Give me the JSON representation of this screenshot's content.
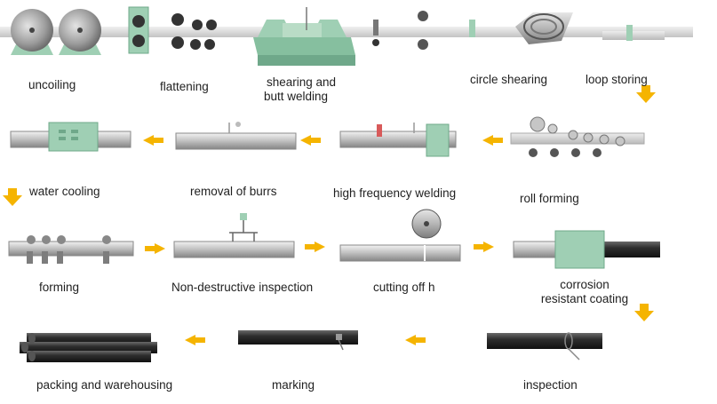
{
  "steps": [
    {
      "id": "uncoiling",
      "label": "uncoiling"
    },
    {
      "id": "flattening",
      "label": "flattening"
    },
    {
      "id": "shearing",
      "label_l1": "shearing and",
      "label_l2": "butt welding"
    },
    {
      "id": "circle-shearing",
      "label": "circle shearing"
    },
    {
      "id": "loop-storing",
      "label": "loop storing"
    },
    {
      "id": "roll-forming",
      "label": "roll forming"
    },
    {
      "id": "hf-welding",
      "label": "high frequency welding"
    },
    {
      "id": "removal-of-burrs",
      "label": "removal of burrs"
    },
    {
      "id": "water-cooling",
      "label": "water cooling"
    },
    {
      "id": "forming",
      "label": "forming"
    },
    {
      "id": "ndt",
      "label": "Non-destructive inspection"
    },
    {
      "id": "cutting-off",
      "label": "cutting off h"
    },
    {
      "id": "coating",
      "label_l1": "corrosion",
      "label_l2": "resistant coating"
    },
    {
      "id": "inspection",
      "label": "inspection"
    },
    {
      "id": "marking",
      "label": "marking"
    },
    {
      "id": "packing",
      "label": "packing and warehousing"
    }
  ],
  "colors": {
    "arrow": "#f5b400",
    "machine": "#9fcfb4",
    "machine_dark": "#6fa88a",
    "steel": "#9a9a9a",
    "pipe_dark": "#2a2a2a"
  }
}
